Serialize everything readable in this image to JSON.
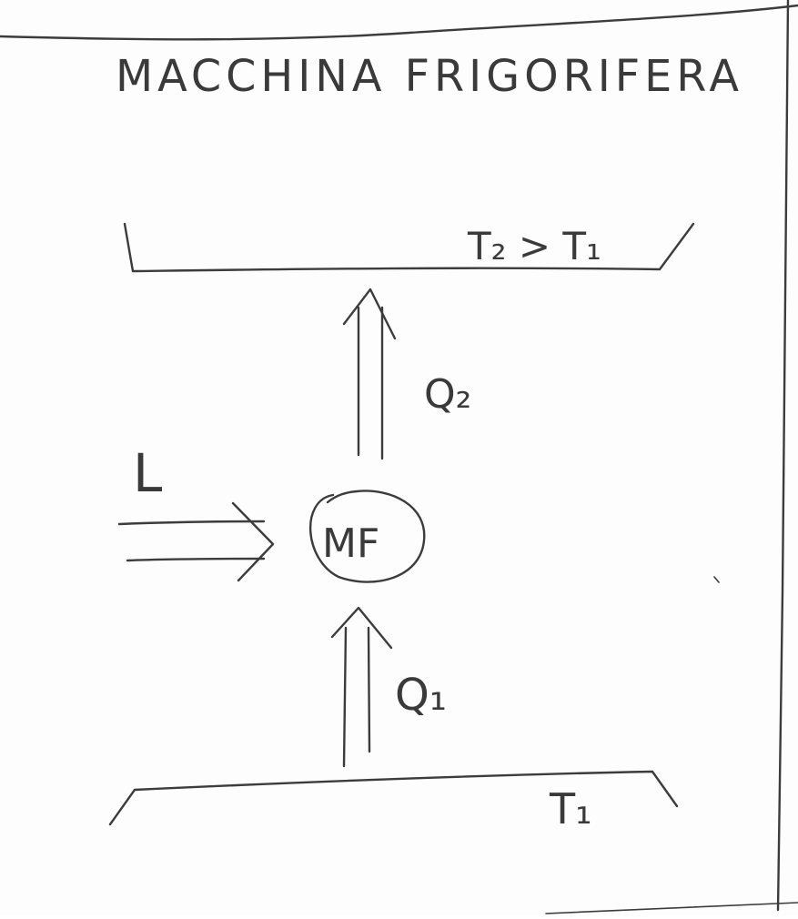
{
  "diagram": {
    "title": "MACCHINA FRIGORIFERA",
    "hot_reservoir": {
      "label": "T₂ > T₁"
    },
    "cold_reservoir": {
      "label": "T₁"
    },
    "machine": {
      "label": "MF"
    },
    "work": {
      "label": "L"
    },
    "heat_out": {
      "label": "Q₂"
    },
    "heat_in": {
      "label": "Q₁"
    }
  }
}
